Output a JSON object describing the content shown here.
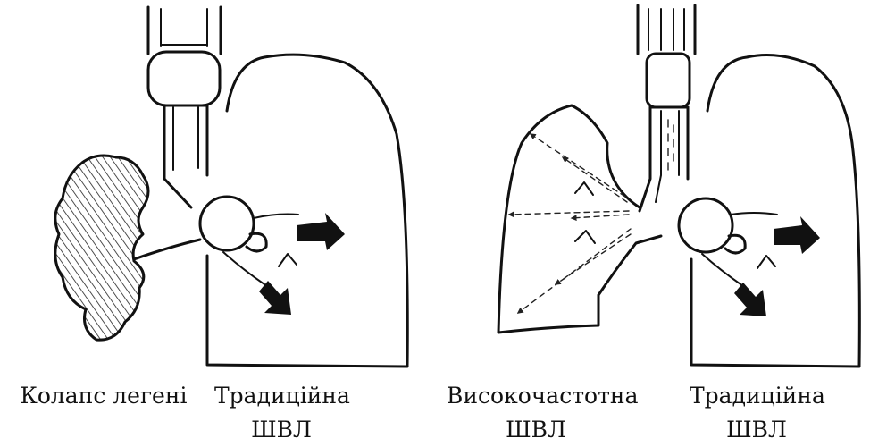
{
  "labels": {
    "collapse": "Колапс легені",
    "traditional_left": {
      "line1": "Традиційна",
      "line2": "ШВЛ"
    },
    "high_frequency": {
      "line1": "Високочастотна",
      "line2": "ШВЛ"
    },
    "traditional_right": {
      "line1": "Традиційна",
      "line2": "ШВЛ"
    }
  },
  "colors": {
    "line": "#111111",
    "background": "#ffffff"
  }
}
